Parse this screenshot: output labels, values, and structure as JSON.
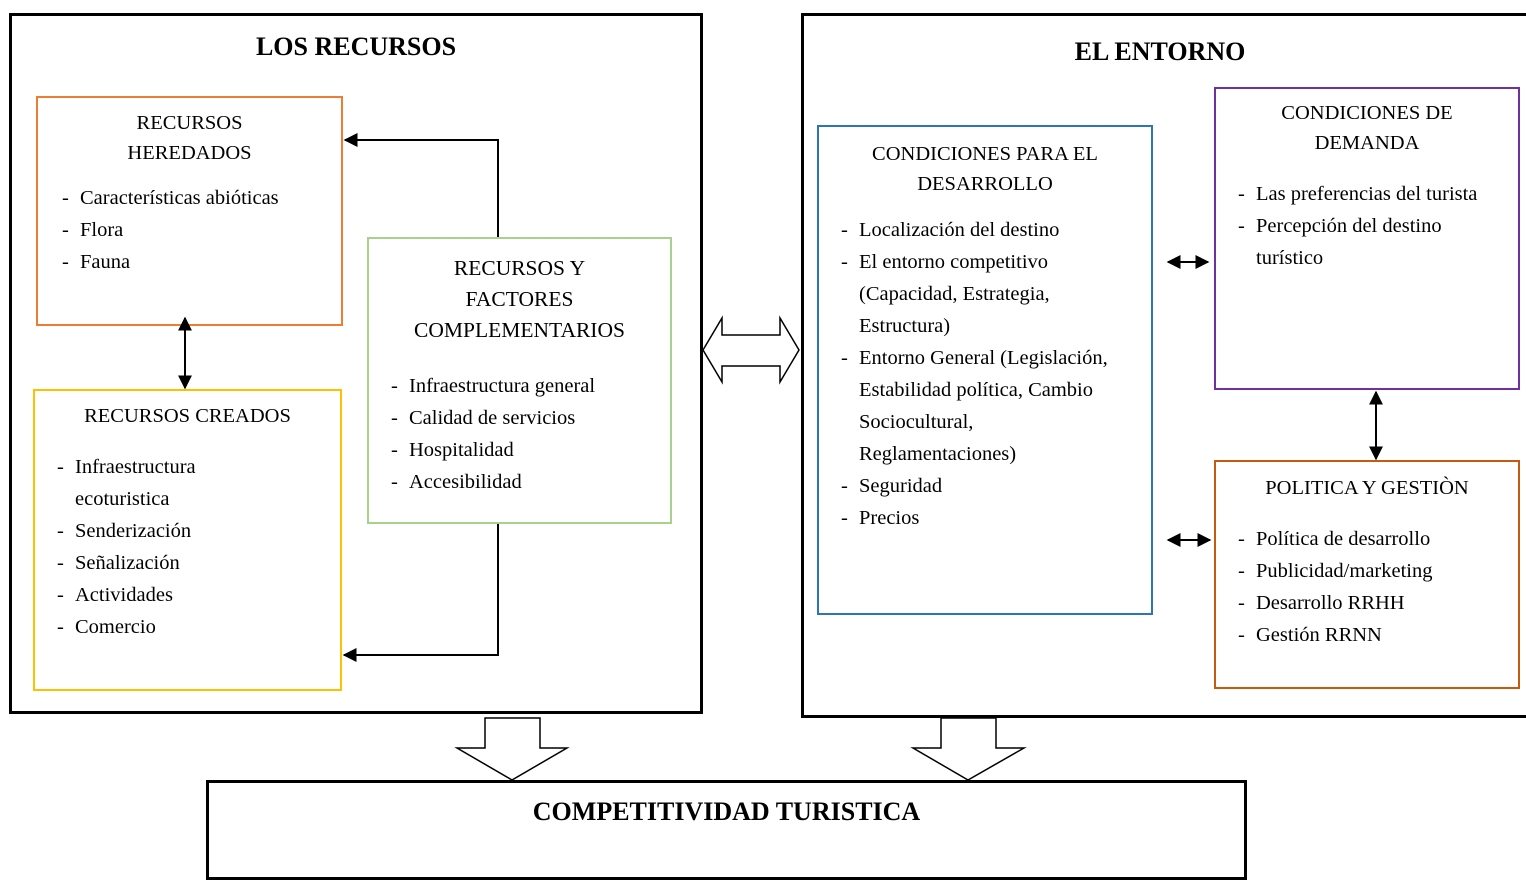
{
  "recursos": {
    "title": "LOS RECURSOS",
    "heredados": {
      "title_line1": "RECURSOS",
      "title_line2": "HEREDADOS",
      "items": [
        "Características abióticas",
        "Flora",
        "Fauna"
      ],
      "border_color": "#ED7D31"
    },
    "creados": {
      "title": "RECURSOS CREADOS",
      "items": [
        "Infraestructura ecoturistica",
        "Senderización",
        "Señalización",
        "Actividades",
        "Comercio"
      ],
      "border_color": "#FFC000"
    },
    "complementarios": {
      "title_line1": "RECURSOS Y",
      "title_line2": "FACTORES",
      "title_line3": "COMPLEMENTARIOS",
      "items": [
        "Infraestructura general",
        "Calidad de servicios",
        "Hospitalidad",
        "Accesibilidad"
      ],
      "border_color": "#A9D18E"
    }
  },
  "entorno": {
    "title": "EL ENTORNO",
    "desarrollo": {
      "title_line1": "CONDICIONES PARA  EL",
      "title_line2": "DESARROLLO",
      "items": [
        "Localización del destino",
        "El entorno competitivo (Capacidad, Estrategia, Estructura)",
        "Entorno General (Legislación, Estabilidad política, Cambio Sociocultural, Reglamentaciones)",
        "Seguridad",
        "Precios"
      ],
      "border_color": "#2E75B6"
    },
    "demanda": {
      "title_line1": "CONDICIONES DE",
      "title_line2": "DEMANDA",
      "items": [
        "Las preferencias del turista",
        "Percepción del destino turístico"
      ],
      "border_color": "#7030A0"
    },
    "politica": {
      "title": "POLITICA Y GESTIÒN",
      "items": [
        "Política de desarrollo",
        "Publicidad/marketing",
        "Desarrollo RRHH",
        "Gestión RRNN"
      ],
      "border_color": "#C55A11"
    }
  },
  "competitividad": {
    "title": "COMPETITIVIDAD TURISTICA"
  }
}
